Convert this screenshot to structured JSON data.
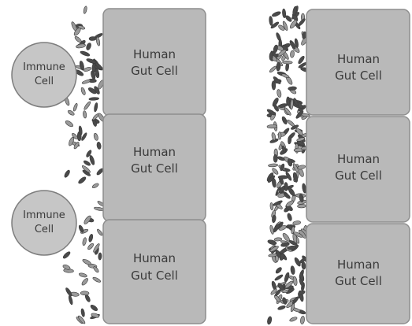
{
  "diagram": {
    "panels": [
      {
        "id": "left",
        "gut_cells": [
          {
            "line1": "Human",
            "line2": "Gut Cell"
          },
          {
            "line1": "Human",
            "line2": "Gut Cell"
          },
          {
            "line1": "Human",
            "line2": "Gut Cell"
          }
        ],
        "immune_cells": [
          {
            "line1": "Immune",
            "line2": "Cell"
          },
          {
            "line1": "Immune",
            "line2": "Cell"
          }
        ],
        "bacteria_density": "sparse"
      },
      {
        "id": "right",
        "gut_cells": [
          {
            "line1": "Human",
            "line2": "Gut Cell"
          },
          {
            "line1": "Human",
            "line2": "Gut Cell"
          },
          {
            "line1": "Human",
            "line2": "Gut Cell"
          }
        ],
        "immune_cells": [],
        "bacteria_density": "dense"
      }
    ],
    "colors": {
      "gut_cell_fill": "#b9b9b9",
      "gut_cell_stroke": "#8e8e8e",
      "immune_cell_fill": "#c6c6c6",
      "immune_cell_stroke": "#7d7d7d",
      "bacteria_fill": "#9a9a9a",
      "bacteria_dark": "#4a4a4a"
    }
  }
}
